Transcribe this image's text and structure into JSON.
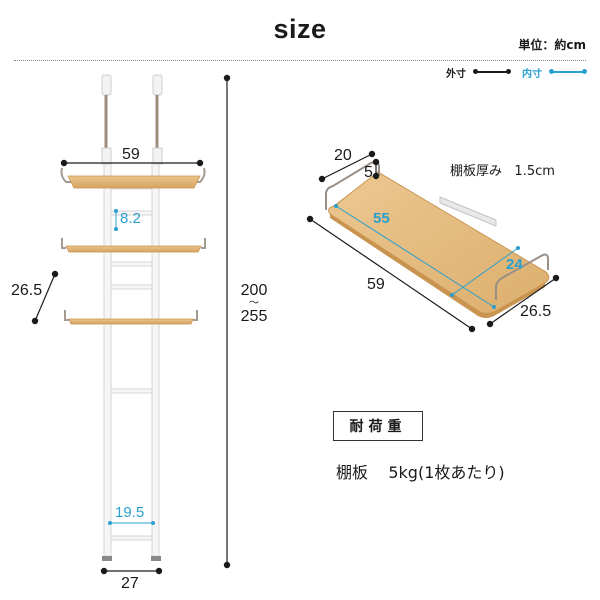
{
  "header": {
    "title": "size",
    "unit_label": "単位：約cm"
  },
  "legend": {
    "outer_label": "外寸",
    "inner_label": "内寸",
    "outer_color": "#1a1a1a",
    "inner_color": "#2b9fd0"
  },
  "rack_diagram": {
    "top_shelf_width": "59",
    "shelf_depth": "26.5",
    "rung_spacing_inner": "8.2",
    "height_min": "200",
    "height_separator": "～",
    "height_max": "255",
    "inner_frame_width": "19.5",
    "base_width": "27"
  },
  "shelf_diagram": {
    "rail_length": "20",
    "rail_height": "5",
    "inner_length": "55",
    "inner_depth": "24",
    "outer_length": "59",
    "outer_depth": "26.5",
    "thickness_label": "棚板厚み",
    "thickness_value": "1.5cm"
  },
  "load_capacity": {
    "heading": "耐荷重",
    "item_label": "棚板",
    "item_value": "5kg(1枚あたり)"
  },
  "colors": {
    "wood": "#e2b676",
    "wood_edge": "#c9944f",
    "frame": "#f4f4f4",
    "frame_edge": "#d4d4d4",
    "metal": "#9a8f86",
    "dimension_line": "#1a1a1a",
    "inner_dimension": "#2b9fd0"
  }
}
